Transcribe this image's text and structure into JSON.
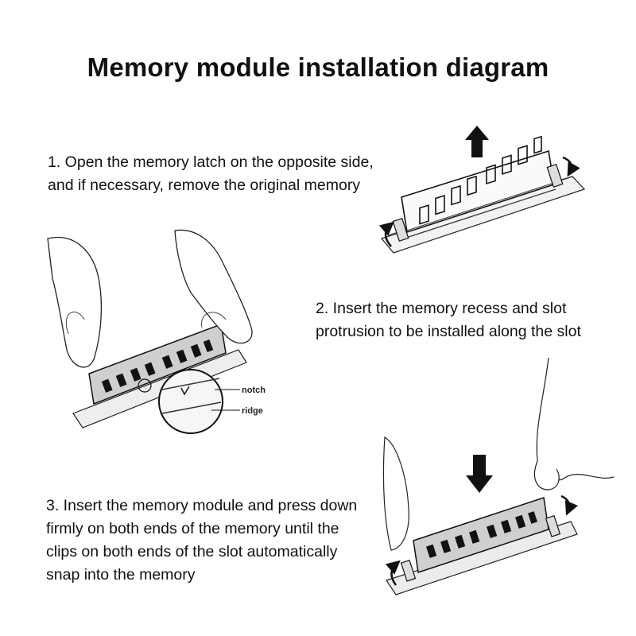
{
  "title": "Memory module installation diagram",
  "steps": [
    {
      "lines": [
        "1. Open the memory latch on the opposite side,",
        "and if necessary, remove the original memory"
      ]
    },
    {
      "lines": [
        "2. Insert the memory recess and slot",
        "protrusion to be installed along the slot"
      ]
    },
    {
      "lines": [
        "3. Insert the memory module and press down",
        "firmly on both ends of the memory until the",
        "clips on both ends of the slot automatically",
        "snap into the memory"
      ]
    }
  ],
  "callouts": {
    "notch": "notch",
    "ridge": "ridge"
  },
  "icons": [
    "up-arrow-icon",
    "down-arrow-icon",
    "latch-rotate-arrow-icon"
  ]
}
